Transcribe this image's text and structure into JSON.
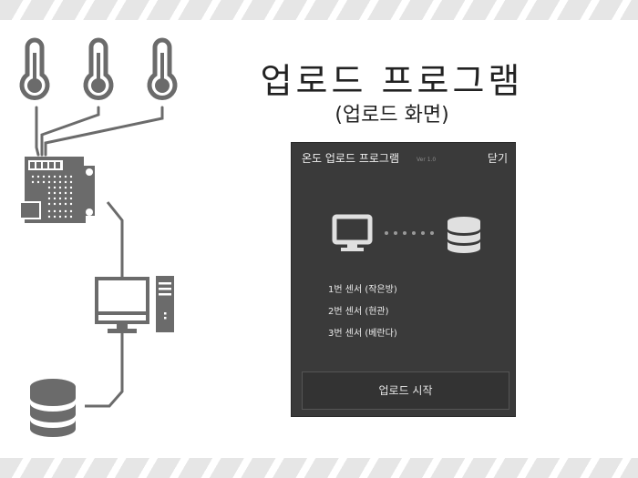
{
  "slide": {
    "title": "업로드 프로그램",
    "subtitle": "(업로드 화면)"
  },
  "diagram": {
    "icons": [
      "thermometer-icon",
      "thermometer-icon",
      "thermometer-icon",
      "microcontroller-board-icon",
      "desktop-computer-icon",
      "pc-tower-icon",
      "database-icon"
    ]
  },
  "app": {
    "title": "온도 업로드 프로그램",
    "version": "Ver 1.0",
    "close_label": "닫기",
    "illustration": [
      "monitor-icon",
      "connection-dots",
      "database-icon"
    ],
    "sensors": [
      {
        "label": "1번 센서 (작은방)"
      },
      {
        "label": "2번 센서 (현관)"
      },
      {
        "label": "3번 센서 (베란다)"
      }
    ],
    "start_button_label": "업로드 시작"
  },
  "colors": {
    "icon_gray": "#6b6b6b",
    "window_bg": "#3a3a3a",
    "app_icon": "#e0e0e0",
    "stripe": "#e6e6e6"
  }
}
